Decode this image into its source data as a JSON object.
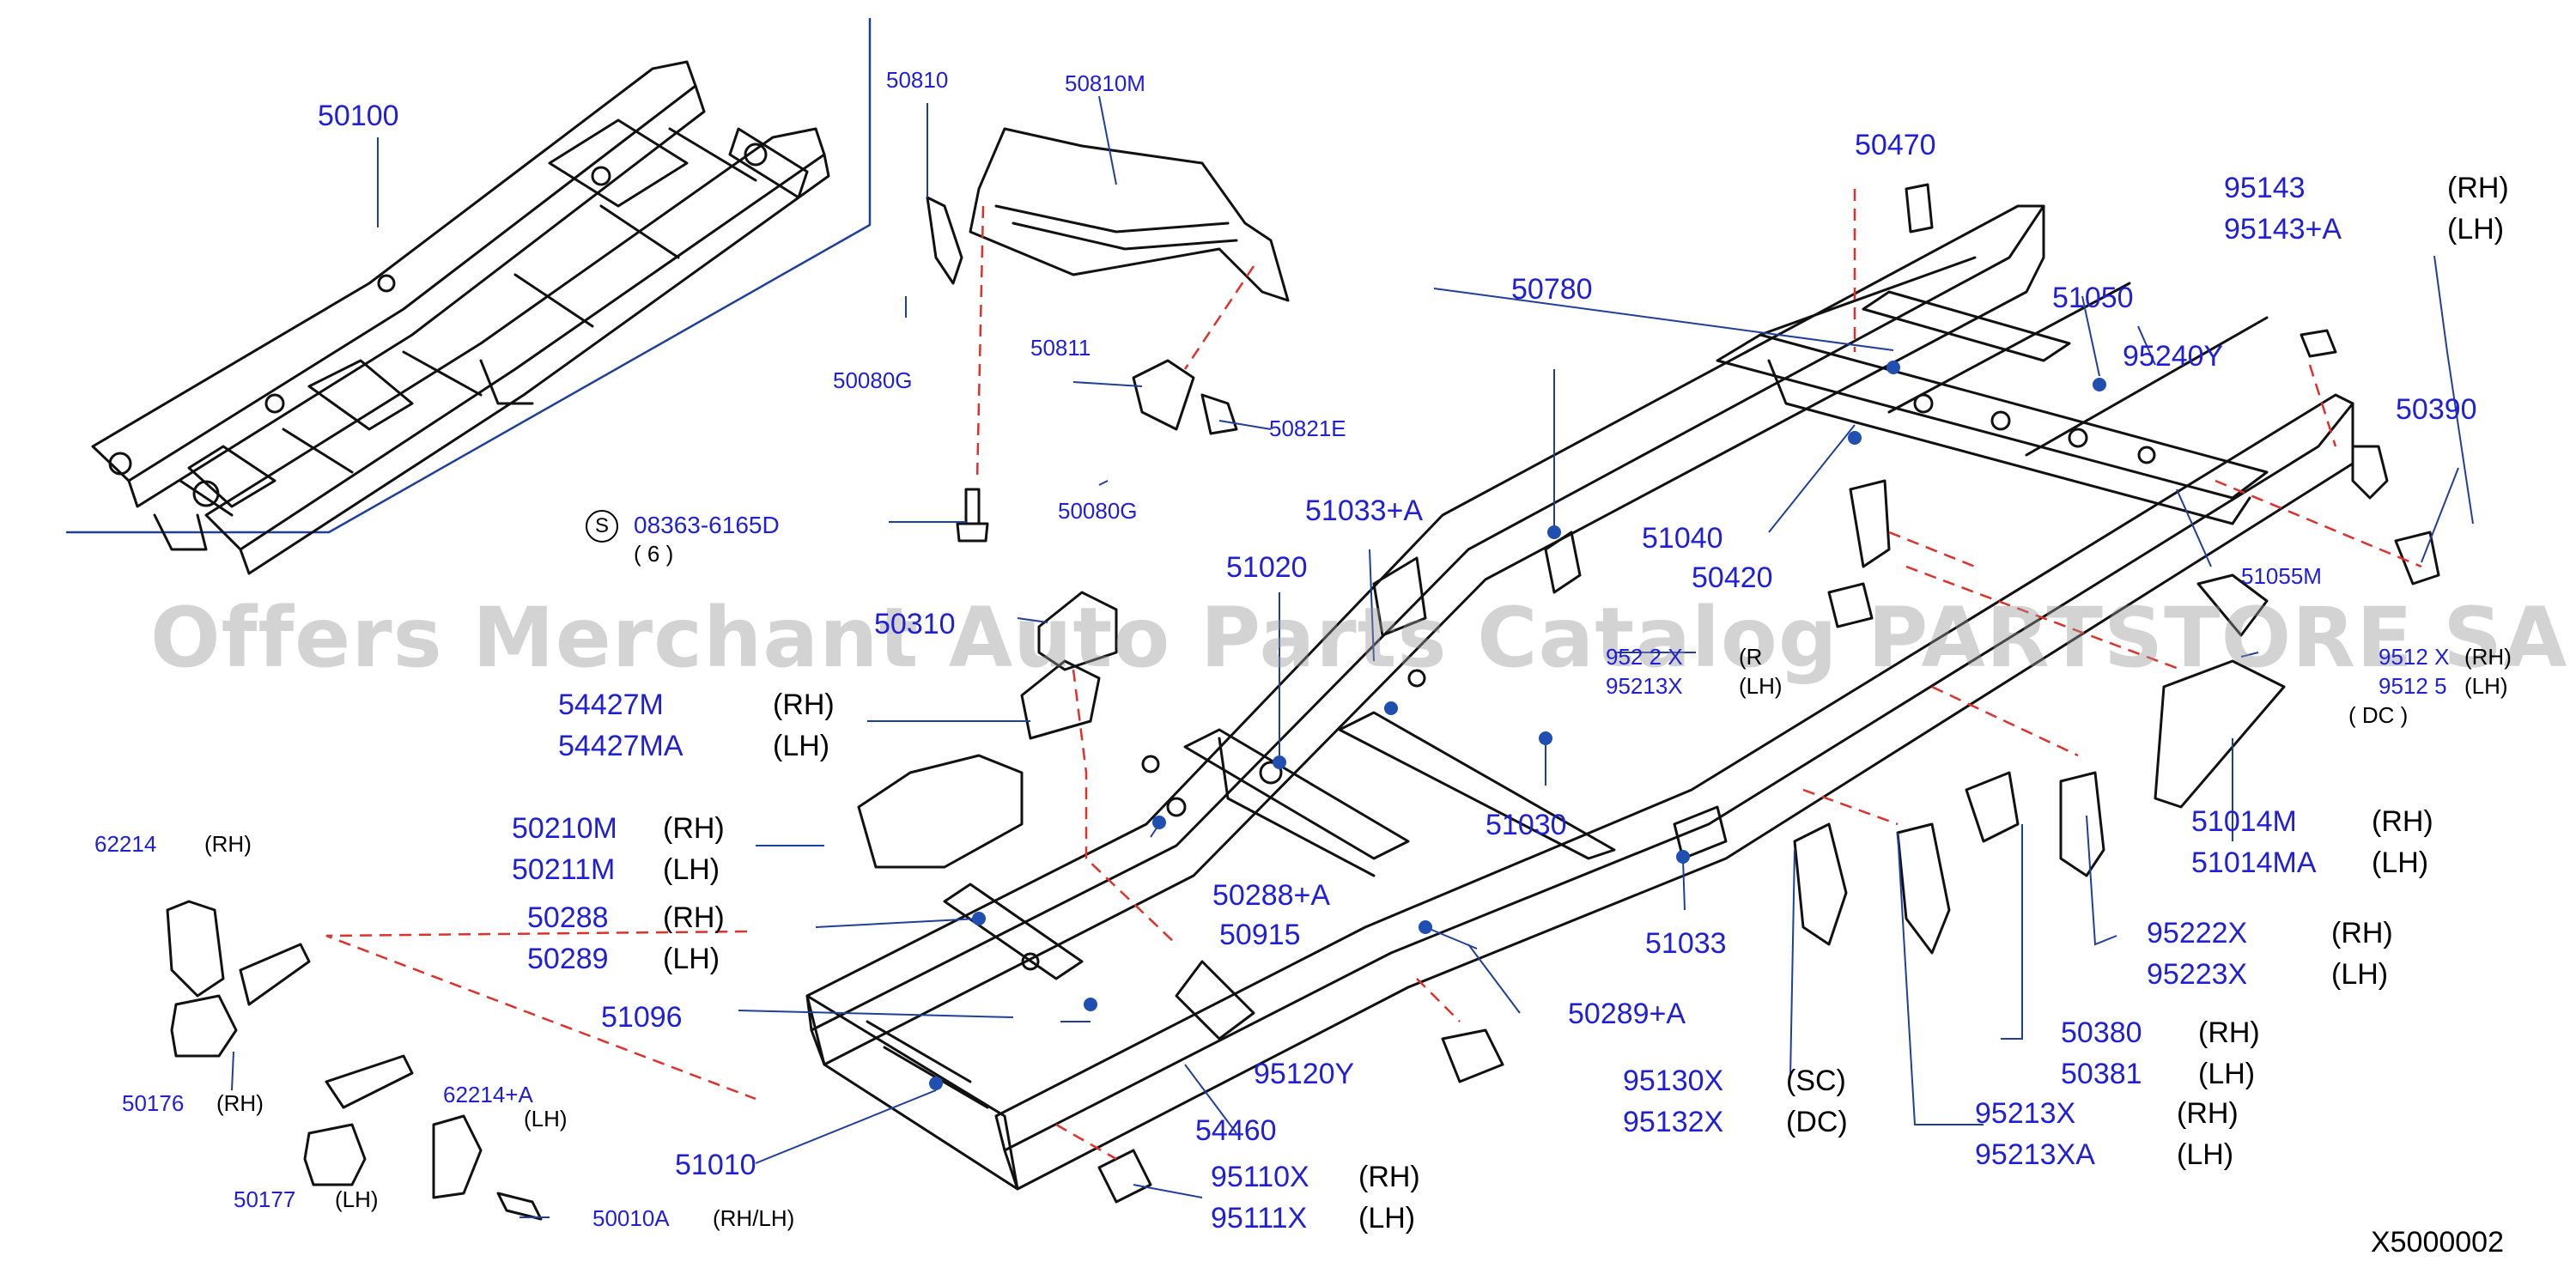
{
  "watermark": "Offers Merchant Auto Parts Catalog PARTSTORE SA",
  "diagram_code": "X5000002",
  "standard_part": {
    "symbol": "S",
    "number": "08363-6165D",
    "qty": "( 6 )"
  },
  "colors": {
    "part_number": "#1f1fd6",
    "leader": "#1f3f9a",
    "dashed": "#e0302a",
    "line_art": "#111111",
    "dot": "#1f4fb0"
  },
  "labels": [
    {
      "id": "50100",
      "pn": "50100"
    },
    {
      "id": "50810",
      "pn": "50810"
    },
    {
      "id": "50810M",
      "pn": "50810M"
    },
    {
      "id": "50080G-a",
      "pn": "50080G"
    },
    {
      "id": "50811",
      "pn": "50811"
    },
    {
      "id": "50821E",
      "pn": "50821E"
    },
    {
      "id": "50080G-b",
      "pn": "50080G"
    },
    {
      "id": "50470",
      "pn": "50470"
    },
    {
      "id": "50780",
      "pn": "50780"
    },
    {
      "id": "51050",
      "pn": "51050"
    },
    {
      "id": "95143",
      "pn": "95143",
      "suffix": "(RH)"
    },
    {
      "id": "95143A",
      "pn": "95143+A",
      "suffix": "(LH)"
    },
    {
      "id": "95240Y",
      "pn": "95240Y"
    },
    {
      "id": "50390",
      "pn": "50390"
    },
    {
      "id": "51033A",
      "pn": "51033+A"
    },
    {
      "id": "51040",
      "pn": "51040"
    },
    {
      "id": "50420",
      "pn": "50420"
    },
    {
      "id": "51055M",
      "pn": "51055M"
    },
    {
      "id": "51020",
      "pn": "51020"
    },
    {
      "id": "50310",
      "pn": "50310"
    },
    {
      "id": "54427M",
      "pn": "54427M",
      "suffix": "(RH)"
    },
    {
      "id": "54427MA",
      "pn": "54427MA",
      "suffix": "(LH)"
    },
    {
      "id": "9521x",
      "pn": "952 2 X",
      "suffix": "(R"
    },
    {
      "id": "95213x",
      "pn": "95213X",
      "suffix": "(LH)"
    },
    {
      "id": "9512x",
      "pn": "9512 X",
      "suffix": "(RH)"
    },
    {
      "id": "9512y",
      "pn": "9512 5",
      "suffix": "(LH)"
    },
    {
      "id": "dc-note",
      "pn": "",
      "suffix": "( DC )"
    },
    {
      "id": "62214",
      "pn": "62214",
      "suffix": "(RH)"
    },
    {
      "id": "50210M",
      "pn": "50210M",
      "suffix": "(RH)"
    },
    {
      "id": "50211M",
      "pn": "50211M",
      "suffix": "(LH)"
    },
    {
      "id": "51030",
      "pn": "51030"
    },
    {
      "id": "51014M",
      "pn": "51014M",
      "suffix": "(RH)"
    },
    {
      "id": "51014MA",
      "pn": "51014MA",
      "suffix": "(LH)"
    },
    {
      "id": "50288A",
      "pn": "50288+A"
    },
    {
      "id": "50288",
      "pn": "50288",
      "suffix": "(RH)"
    },
    {
      "id": "50915",
      "pn": "50915"
    },
    {
      "id": "50289",
      "pn": "50289",
      "suffix": "(LH)"
    },
    {
      "id": "51033",
      "pn": "51033"
    },
    {
      "id": "95222X",
      "pn": "95222X",
      "suffix": "(RH)"
    },
    {
      "id": "95223X",
      "pn": "95223X",
      "suffix": "(LH)"
    },
    {
      "id": "51096",
      "pn": "51096"
    },
    {
      "id": "50289A",
      "pn": "50289+A"
    },
    {
      "id": "50380",
      "pn": "50380",
      "suffix": "(RH)"
    },
    {
      "id": "50381",
      "pn": "50381",
      "suffix": "(LH)"
    },
    {
      "id": "50176",
      "pn": "50176",
      "suffix": "(RH)"
    },
    {
      "id": "95120Y",
      "pn": "95120Y"
    },
    {
      "id": "95130X",
      "pn": "95130X",
      "suffix": "(SC)"
    },
    {
      "id": "95132X",
      "pn": "95132X",
      "suffix": "(DC)"
    },
    {
      "id": "62214A",
      "pn": "62214+A",
      "suffix": "(LH)"
    },
    {
      "id": "95213X",
      "pn": "95213X",
      "suffix": "(RH)"
    },
    {
      "id": "95213XA",
      "pn": "95213XA",
      "suffix": "(LH)"
    },
    {
      "id": "54460",
      "pn": "54460"
    },
    {
      "id": "51010",
      "pn": "51010"
    },
    {
      "id": "95110X",
      "pn": "95110X",
      "suffix": "(RH)"
    },
    {
      "id": "95111X",
      "pn": "95111X",
      "suffix": "(LH)"
    },
    {
      "id": "50177",
      "pn": "50177",
      "suffix": "(LH)"
    },
    {
      "id": "50010A",
      "pn": "50010A",
      "suffix": "(RH/LH)"
    }
  ]
}
